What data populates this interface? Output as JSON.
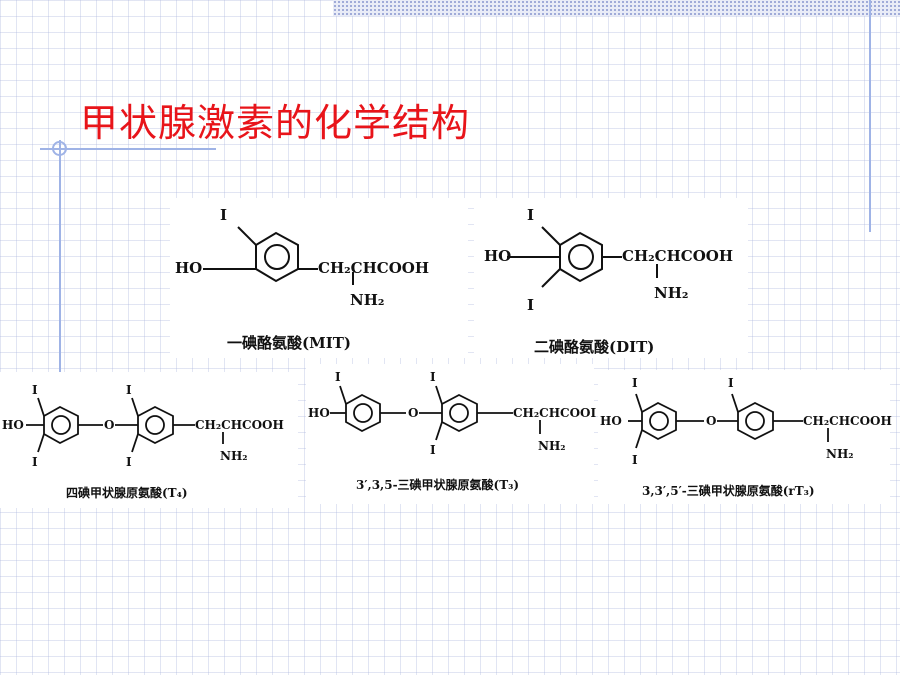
{
  "slide": {
    "title": "甲状腺激素的化学结构"
  },
  "structures": [
    {
      "caption": "一碘酪氨酸(MIT)",
      "ho": "HO",
      "iodines": [
        "I"
      ],
      "chain": "CH₂CHCOOH",
      "amine": "NH₂"
    },
    {
      "caption": "二碘酪氨酸(DIT)",
      "ho": "HO",
      "iodines": [
        "I",
        "I"
      ],
      "chain": "CH₂CHCOOH",
      "amine": "NH₂"
    },
    {
      "caption": "四碘甲状腺原氨酸(T₄)",
      "ho": "HO",
      "bridge": "O",
      "iodines": [
        "I",
        "I",
        "I",
        "I"
      ],
      "chain": "CH₂CHCOOH",
      "amine": "NH₂"
    },
    {
      "caption": "3′,3,5-三碘甲状腺原氨酸(T₃)",
      "ho": "HO",
      "bridge": "O",
      "iodines": [
        "I",
        "I",
        "I"
      ],
      "chain": "CH₂CHCOOI",
      "amine": "NH₂"
    },
    {
      "caption": "3,3′,5′-三碘甲状腺原氨酸(rT₃)",
      "ho": "HO",
      "bridge": "O",
      "iodines": [
        "I",
        "I",
        "I"
      ],
      "chain": "CH₂CHCOOH",
      "amine": "NH₂"
    }
  ]
}
